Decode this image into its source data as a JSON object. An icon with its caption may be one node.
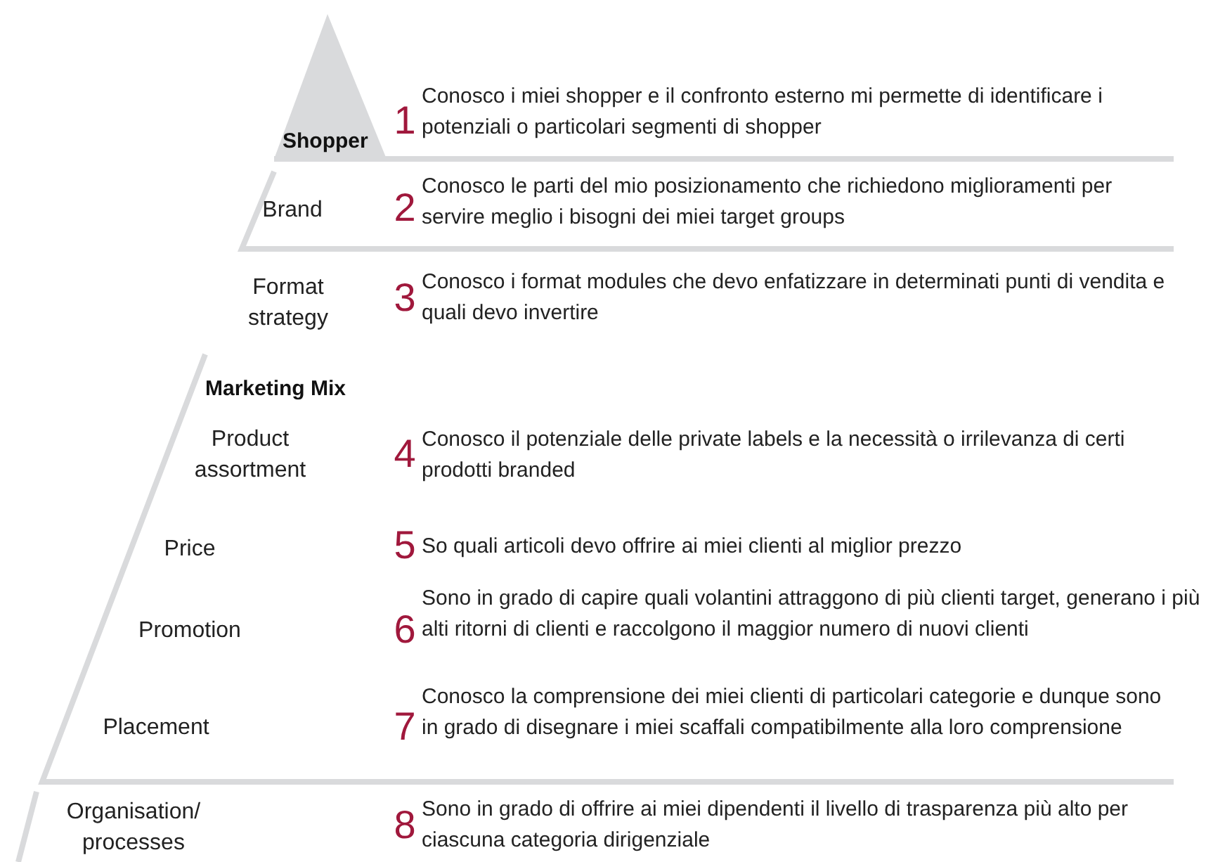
{
  "diagram": {
    "nodes": [
      {
        "text": [
          "Shopper"
        ]
      }
    ],
    "edges": [],
    "labels": [
      "1",
      "Conosco i miei shopper e il confronto esterno mi permette di identificare i potenziali o particolari segmenti di shopper",
      "Brand",
      "2",
      "Conosco le parti del mio posizionamento che richiedono miglioramenti per servire meglio i bisogni dei miei target groups",
      "Format strategy",
      "3",
      "Conosco i format modules che devo enfatizzare in determinati punti di vendita e quali devo invertire",
      "Marketing Mix",
      "Product assortment",
      "4",
      "Conosco il potenziale delle private labels e la necessità o irrilevanza di certi prodotti branded",
      "Price",
      "5",
      "So quali articoli devo offrire ai miei clienti al miglior prezzo",
      "Promotion",
      "6",
      "Sono in grado di capire quali volantini attraggono di più clienti target, generano i più alti ritorni di clienti e raccolgono il maggior numero di nuovi clienti",
      "Placement",
      "7",
      "Conosco la comprensione dei miei clienti di particolari categorie e dunque sono in grado di disegnare i miei scaffali compatibilmente alla loro comprensione",
      "Organisation/ processes",
      "8",
      "Sono in grado di offrire ai miei dipendenti il livello di trasparenza più alto per ciascuna categoria dirigenziale"
    ]
  }
}
